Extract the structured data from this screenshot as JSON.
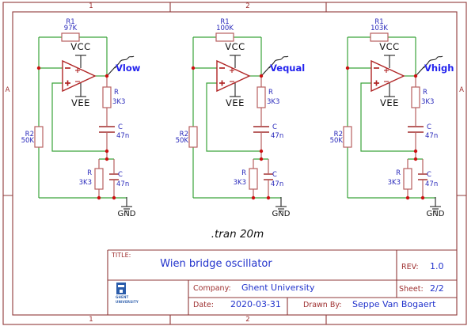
{
  "sheet": {
    "frame": {
      "columns": [
        "1",
        "2"
      ],
      "rows": [
        "A"
      ]
    },
    "sim_directive": ".tran 20m",
    "circuits": [
      {
        "id": "low",
        "r1_ref": "R1",
        "r1_value": "97K",
        "probe": "Vlow"
      },
      {
        "id": "equal",
        "r1_ref": "R1",
        "r1_value": "100K",
        "probe": "Vequal"
      },
      {
        "id": "high",
        "r1_ref": "R1",
        "r1_value": "103K",
        "probe": "Vhigh"
      }
    ],
    "component_labels": {
      "vcc": "VCC",
      "vee": "VEE",
      "gnd": "GND",
      "r_series_ref": "R",
      "r_series_value": "3K3",
      "c_series_ref": "C",
      "c_series_value": "47n",
      "r_par_ref": "R",
      "r_par_value": "3K3",
      "c_par_ref": "C",
      "c_par_value": "47n",
      "r2_ref": "R2",
      "r2_value": "50K"
    },
    "title_block": {
      "title_label": "TITLE:",
      "title": "Wien bridge oscillator",
      "rev_label": "REV:",
      "rev": "1.0",
      "company_label": "Company:",
      "company": "Ghent University",
      "sheet_label": "Sheet:",
      "sheet_number": "2/2",
      "date_label": "Date:",
      "date": "2020-03-31",
      "drawn_by_label": "Drawn By:",
      "drawn_by": "Seppe Van Bogaert",
      "logo_text": [
        "GHENT",
        "UNIVERSITY"
      ]
    },
    "colors": {
      "wire": "#3aa33a",
      "component": "#b85f5f",
      "opamp": "#b02525",
      "junction": "#cc1111",
      "frame": "#8f3a3a",
      "label_blue": "#2929bb",
      "probe_blue": "#2222ee",
      "title_red": "#9e2f2f",
      "value_blue": "#2233cc",
      "text_black": "#111111",
      "logo_blue": "#2a5caa"
    }
  }
}
